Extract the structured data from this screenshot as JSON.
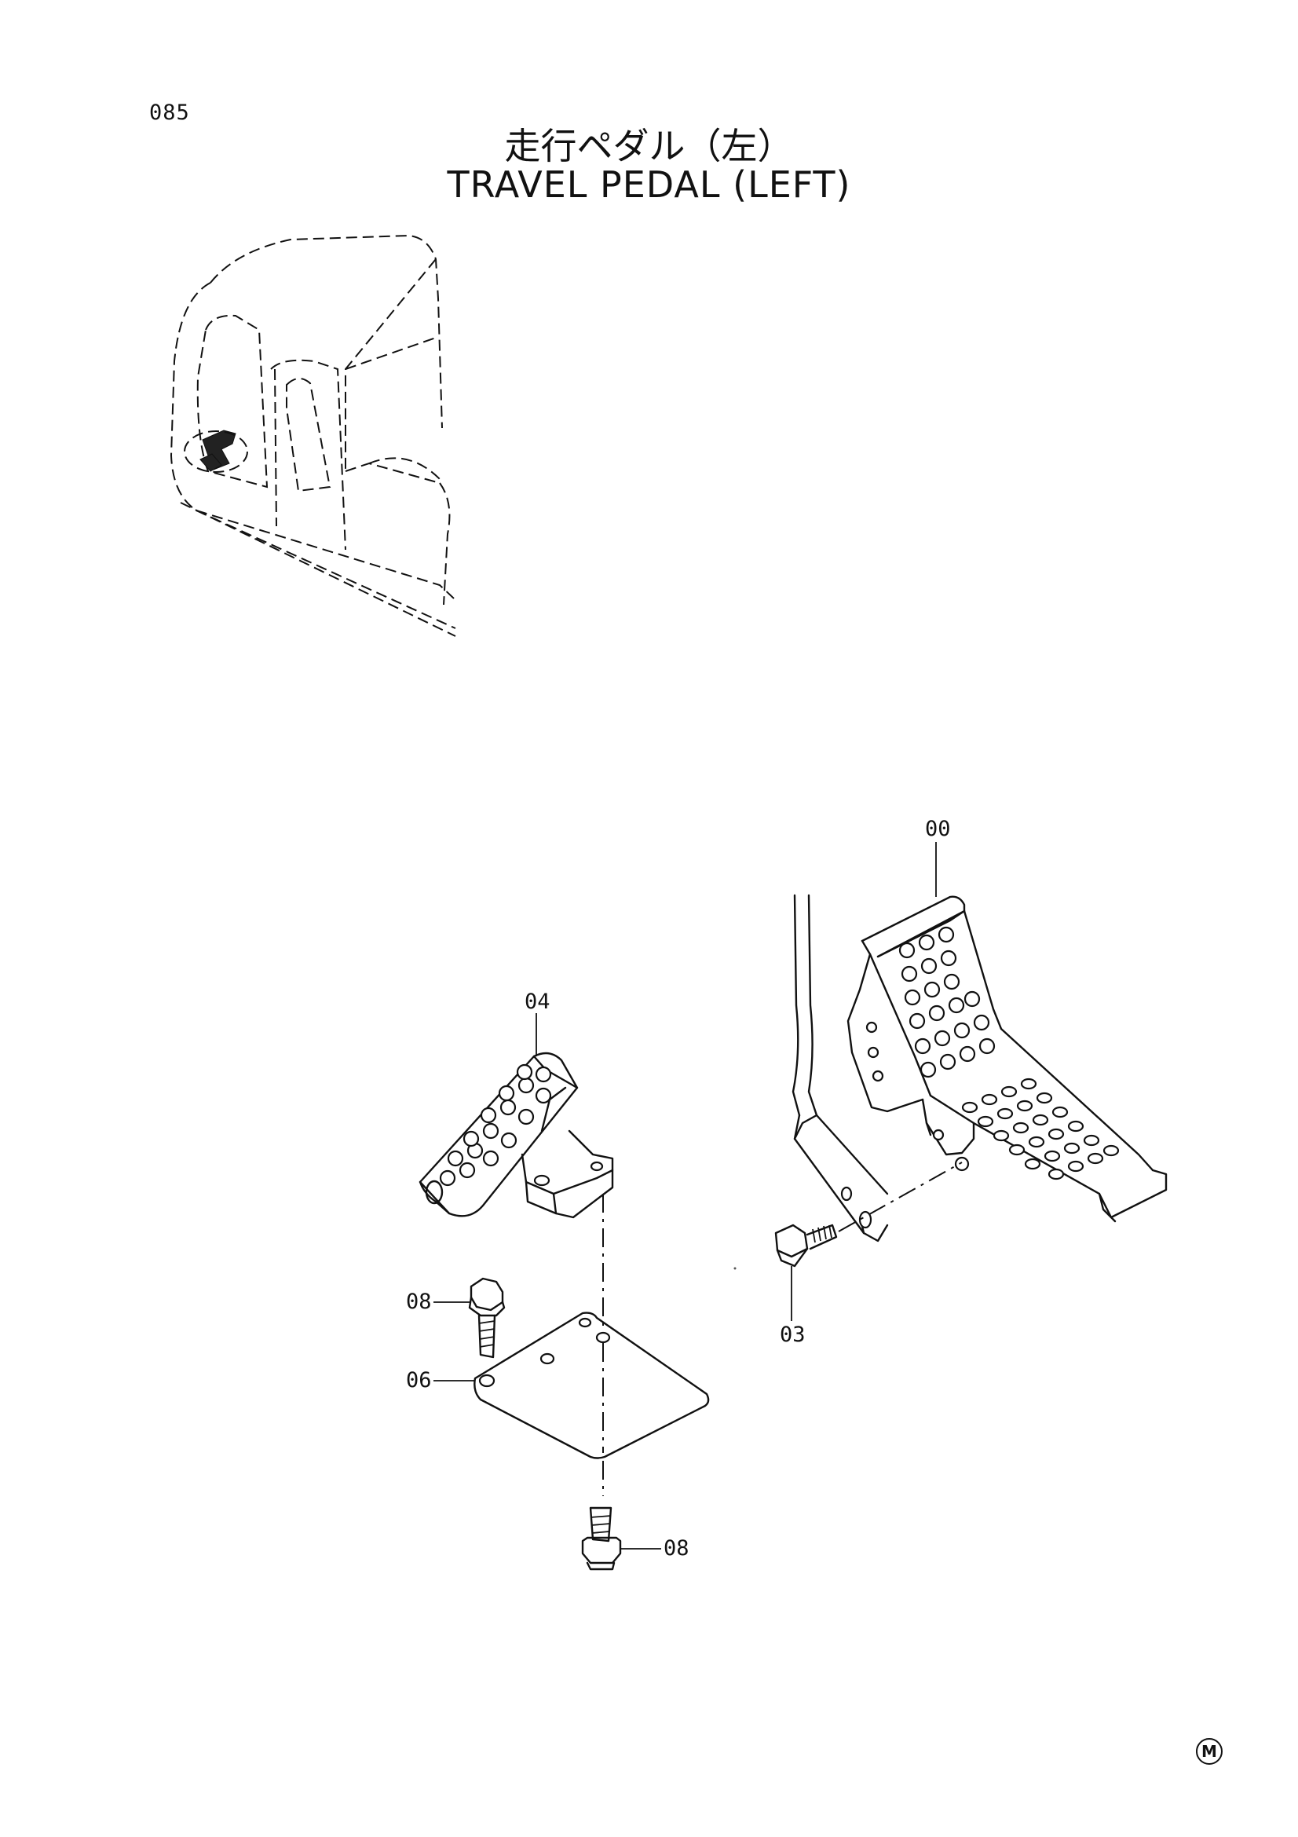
{
  "page": {
    "number": "085",
    "title_jp": "走行ペダル（左）",
    "title_en": "TRAVEL PEDAL (LEFT)"
  },
  "callouts": [
    {
      "id": "00",
      "text": "00"
    },
    {
      "id": "04",
      "text": "04"
    },
    {
      "id": "03",
      "text": "03"
    },
    {
      "id": "08a",
      "text": "08"
    },
    {
      "id": "06",
      "text": "06"
    },
    {
      "id": "08b",
      "text": "08"
    }
  ],
  "mark": "M"
}
